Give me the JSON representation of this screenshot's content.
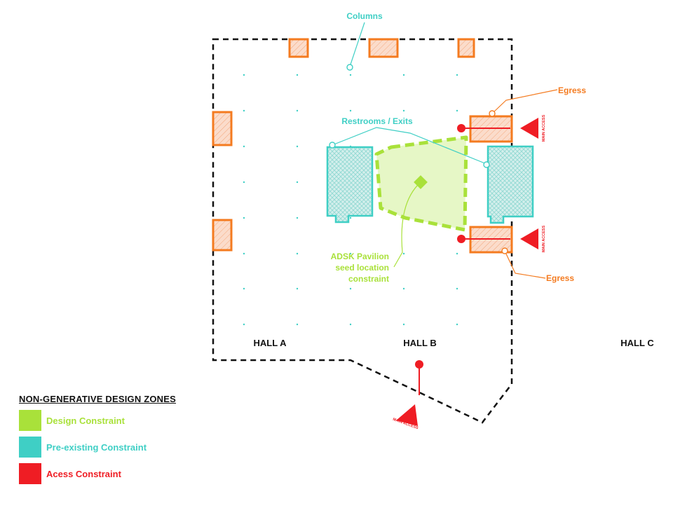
{
  "colors": {
    "design": "#a9e13a",
    "design_fill": "#e6f7c6",
    "preexisting": "#3fcfc5",
    "preexisting_fill": "#cfeeea",
    "access": "#ef1d24",
    "egress": "#f47b20",
    "egress_fill": "#fbdccb",
    "outline": "#111111"
  },
  "labels": {
    "columns": "Columns",
    "restrooms": "Restrooms / Exits",
    "egress_top": "Egress",
    "egress_bottom": "Egress",
    "pavilion_line1": "ADSK Pavilion",
    "pavilion_line2": "seed location",
    "pavilion_line3": "constraint",
    "main_access_top": "MAIN ACCESS",
    "main_access_mid": "MAIN ACCESS",
    "main_access_bottom": "MAIN ACCESS",
    "hall_a": "HALL A",
    "hall_b": "HALL B",
    "hall_c": "HALL C"
  },
  "legend": {
    "title": "NON-GENERATIVE DESIGN ZONES",
    "items": [
      {
        "label": "Design Constraint",
        "color": "#a9e13a"
      },
      {
        "label": "Pre-existing Constraint",
        "color": "#3fcfc5"
      },
      {
        "label": "Acess Constraint",
        "color": "#ef1d24"
      }
    ]
  }
}
